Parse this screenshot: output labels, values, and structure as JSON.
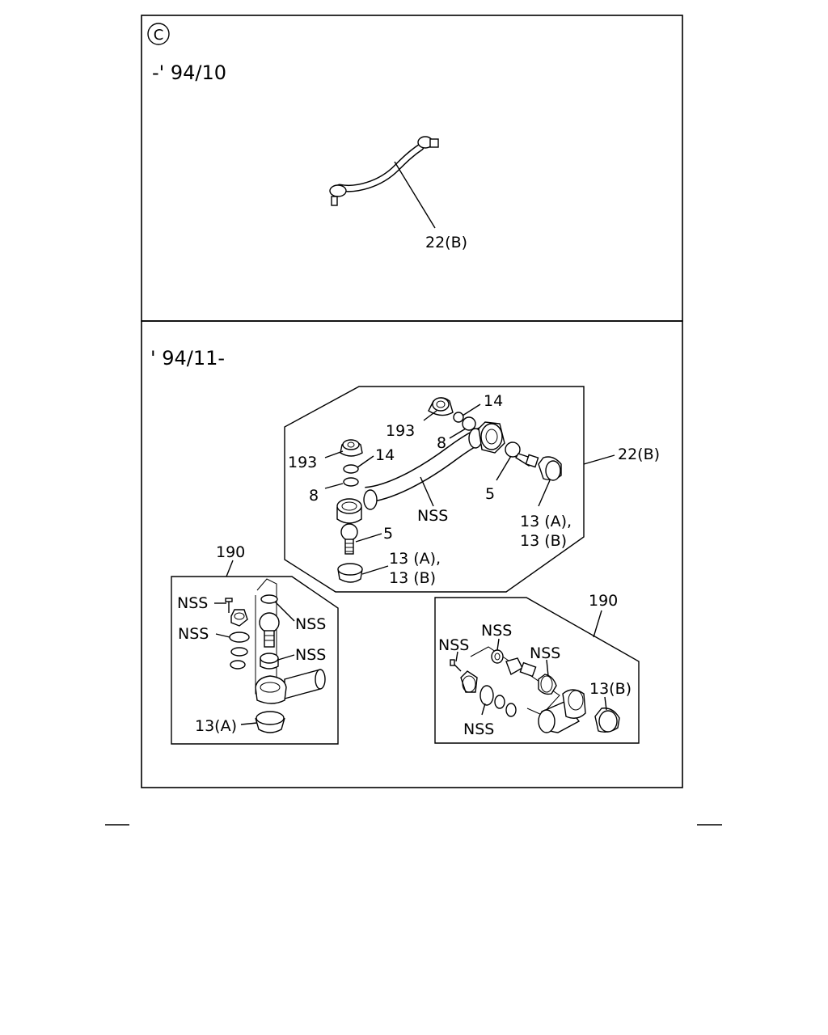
{
  "top_panel": {
    "section_letter": "C",
    "period": "-' 94/10",
    "tie_rod_label": "22(B)"
  },
  "bottom_panel": {
    "period": "' 94/11-",
    "main_group": {
      "group_label": "22(B)",
      "labels": {
        "l193_upper": "193",
        "l14_upper": "14",
        "l8_upper": "8",
        "l193_left": "193",
        "l14_left": "14",
        "l8_left": "8",
        "l5_right": "5",
        "l5_lower": "5",
        "lnss_tube": "NSS",
        "l13a_right": "13 (A),",
        "l13b_right": "13 (B)",
        "l13a_lower": "13 (A),",
        "l13b_lower": "13 (B)"
      }
    },
    "kit_left": {
      "kit_label": "190",
      "labels": {
        "nss1": "NSS",
        "nss2": "NSS",
        "nss3": "NSS",
        "nss4": "NSS",
        "l13a": "13(A)"
      }
    },
    "kit_right": {
      "kit_label": "190",
      "labels": {
        "nss1": "NSS",
        "nss2": "NSS",
        "nss3": "NSS",
        "nss4": "NSS",
        "l13b": "13(B)"
      }
    }
  }
}
